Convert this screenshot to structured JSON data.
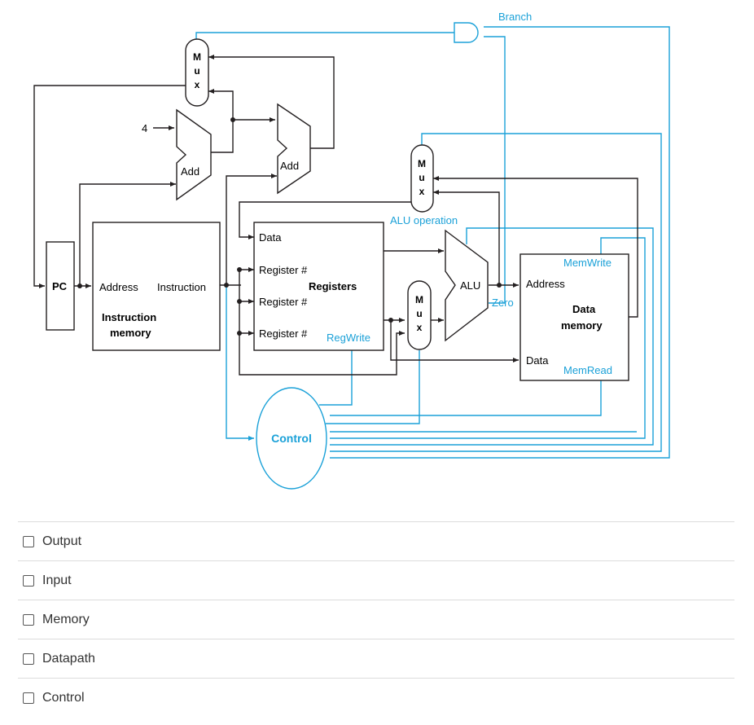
{
  "diagram": {
    "labels": {
      "branch": "Branch",
      "mux_top": [
        "M",
        "u",
        "x"
      ],
      "mux_alu_src": [
        "M",
        "u",
        "x"
      ],
      "mux_mem_to_reg": [
        "M",
        "u",
        "x"
      ],
      "add1": "Add",
      "add2": "Add",
      "four": "4",
      "pc": "PC",
      "imem_address": "Address",
      "imem_instruction": "Instruction",
      "imem_title_1": "Instruction",
      "imem_title_2": "memory",
      "reg_data": "Data",
      "reg_r1": "Register #",
      "reg_r2": "Register #",
      "reg_r3": "Register #",
      "reg_title": "Registers",
      "regwrite": "RegWrite",
      "alu_operation": "ALU operation",
      "alu": "ALU",
      "zero": "Zero",
      "dmem_address": "Address",
      "dmem_data": "Data",
      "dmem_title_1": "Data",
      "dmem_title_2": "memory",
      "memwrite": "MemWrite",
      "memread": "MemRead",
      "control": "Control"
    },
    "colors": {
      "datapath": "#231f20",
      "control": "#1ba1d8"
    }
  },
  "options": [
    {
      "label": "Output",
      "checked": false
    },
    {
      "label": "Input",
      "checked": false
    },
    {
      "label": "Memory",
      "checked": false
    },
    {
      "label": "Datapath",
      "checked": false
    },
    {
      "label": "Control",
      "checked": false
    }
  ]
}
